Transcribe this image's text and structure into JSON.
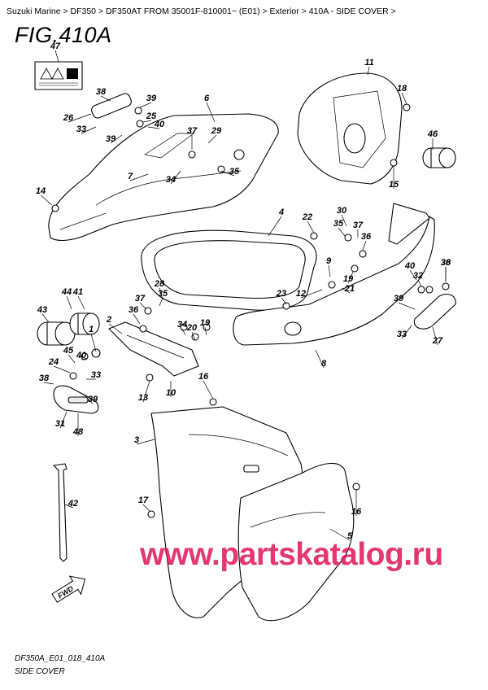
{
  "breadcrumb": {
    "items": [
      "Suzuki Marine",
      "DF350",
      "DF350AT FROM 35001F-810001~ (E01)",
      "Exterior",
      "410A - SIDE COVER"
    ],
    "separator": " > ",
    "trailing": " >"
  },
  "figure": {
    "title": "FIG.410A"
  },
  "callouts": [
    "1",
    "2",
    "3",
    "4",
    "5",
    "6",
    "7",
    "8",
    "9",
    "10",
    "11",
    "12",
    "13",
    "14",
    "15",
    "16",
    "16",
    "17",
    "18",
    "19",
    "19",
    "20",
    "21",
    "22",
    "23",
    "24",
    "25",
    "26",
    "27",
    "28",
    "29",
    "30",
    "31",
    "32",
    "33",
    "33",
    "33",
    "34",
    "34",
    "35",
    "35",
    "35",
    "36",
    "36",
    "36",
    "37",
    "37",
    "37",
    "38",
    "38",
    "38",
    "39",
    "39",
    "39",
    "39",
    "40",
    "40",
    "40",
    "41",
    "42",
    "43",
    "44",
    "45",
    "46",
    "47",
    "48"
  ],
  "watermark": "www.partskatalog.ru",
  "fwd_label": "FWD",
  "footer": {
    "code": "DF350A_E01_018_410A",
    "description": "SIDE COVER"
  },
  "colors": {
    "watermark": "#e0145a",
    "line": "#000000",
    "background": "#ffffff"
  }
}
